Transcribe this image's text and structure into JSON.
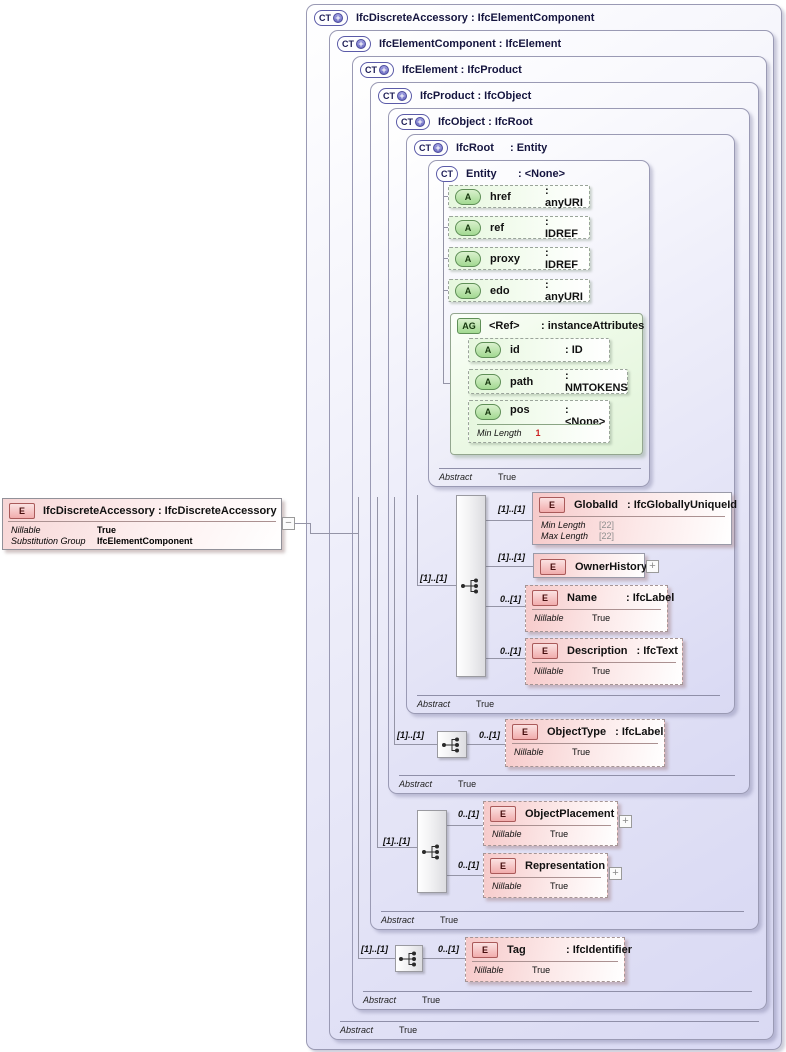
{
  "colors": {
    "container_accent": "#d9d9f3",
    "element_pink": "#f6c9c9",
    "attribute_green": "#e6f7de",
    "facet_red": "#cc2222",
    "facet_gray": "#8f8f8f"
  },
  "left_element": {
    "badge": "E",
    "title": "IfcDiscreteAccessory : IfcDiscreteAccessory",
    "rows": [
      {
        "label": "Nillable",
        "value": "True"
      },
      {
        "label": "Substitution Group",
        "value": "IfcElementComponent"
      }
    ],
    "collapse_glyph": "−"
  },
  "containers": [
    {
      "badge": "CT",
      "plus": "+",
      "title": "IfcDiscreteAccessory : IfcElementComponent"
    },
    {
      "badge": "CT",
      "plus": "+",
      "title": "IfcElementComponent : IfcElement",
      "abstract_label": "Abstract",
      "abstract_value": "True"
    },
    {
      "badge": "CT",
      "plus": "+",
      "title": "IfcElement : IfcProduct",
      "abstract_label": "Abstract",
      "abstract_value": "True"
    },
    {
      "badge": "CT",
      "plus": "+",
      "title": "IfcProduct : IfcObject",
      "abstract_label": "Abstract",
      "abstract_value": "True"
    },
    {
      "badge": "CT",
      "plus": "+",
      "title": "IfcObject : IfcRoot",
      "abstract_label": "Abstract",
      "abstract_value": "True"
    },
    {
      "badge": "CT",
      "plus": "+",
      "title": "IfcRoot",
      "title_type": ": Entity",
      "abstract_label": "Abstract",
      "abstract_value": "True"
    },
    {
      "badge": "CT",
      "title_name": "Entity",
      "title_type": ": <None>",
      "abstract_label": "Abstract",
      "abstract_value": "True"
    }
  ],
  "entity_attributes": [
    {
      "badge": "A",
      "name": "href",
      "type": ": anyURI"
    },
    {
      "badge": "A",
      "name": "ref",
      "type": ": IDREF"
    },
    {
      "badge": "A",
      "name": "proxy",
      "type": ": IDREF"
    },
    {
      "badge": "A",
      "name": "edo",
      "type": ": anyURI"
    }
  ],
  "ref_group": {
    "badge": "AG",
    "name": "<Ref>",
    "type": ": instanceAttributes",
    "attributes": [
      {
        "badge": "A",
        "name": "id",
        "type": ": ID"
      },
      {
        "badge": "A",
        "name": "path",
        "type": ": NMTOKENS"
      },
      {
        "badge": "A",
        "name": "pos",
        "type": ": <None>",
        "facet_label": "Min Length",
        "facet_value": "1"
      }
    ]
  },
  "root_content": {
    "seq_card": "[1]..[1]",
    "globalid": {
      "badge": "E",
      "name": "GlobalId",
      "type": ": IfcGloballyUniqueId",
      "card": "[1]..[1]",
      "facets": [
        {
          "label": "Min Length",
          "value": "[22]"
        },
        {
          "label": "Max Length",
          "value": "[22]"
        }
      ]
    },
    "ownerhistory": {
      "badge": "E",
      "name": "OwnerHistory",
      "card": "[1]..[1]",
      "expand_glyph": "+"
    },
    "name": {
      "badge": "E",
      "name": "Name",
      "type": ": IfcLabel",
      "card": "0..[1]",
      "nillable_label": "Nillable",
      "nillable_value": "True"
    },
    "description": {
      "badge": "E",
      "name": "Description",
      "type": ": IfcText",
      "card": "0..[1]",
      "nillable_label": "Nillable",
      "nillable_value": "True"
    }
  },
  "object_content": {
    "seq_card": "[1]..[1]",
    "objecttype": {
      "badge": "E",
      "name": "ObjectType",
      "type": ": IfcLabel",
      "card": "0..[1]",
      "nillable_label": "Nillable",
      "nillable_value": "True"
    }
  },
  "product_content": {
    "seq_card": "[1]..[1]",
    "objectplacement": {
      "badge": "E",
      "name": "ObjectPlacement",
      "card": "0..[1]",
      "nillable_label": "Nillable",
      "nillable_value": "True",
      "expand_glyph": "+"
    },
    "representation": {
      "badge": "E",
      "name": "Representation",
      "card": "0..[1]",
      "nillable_label": "Nillable",
      "nillable_value": "True",
      "expand_glyph": "+"
    }
  },
  "element_content": {
    "seq_card": "[1]..[1]",
    "tag": {
      "badge": "E",
      "name": "Tag",
      "type": ": IfcIdentifier",
      "card": "0..[1]",
      "nillable_label": "Nillable",
      "nillable_value": "True"
    }
  }
}
